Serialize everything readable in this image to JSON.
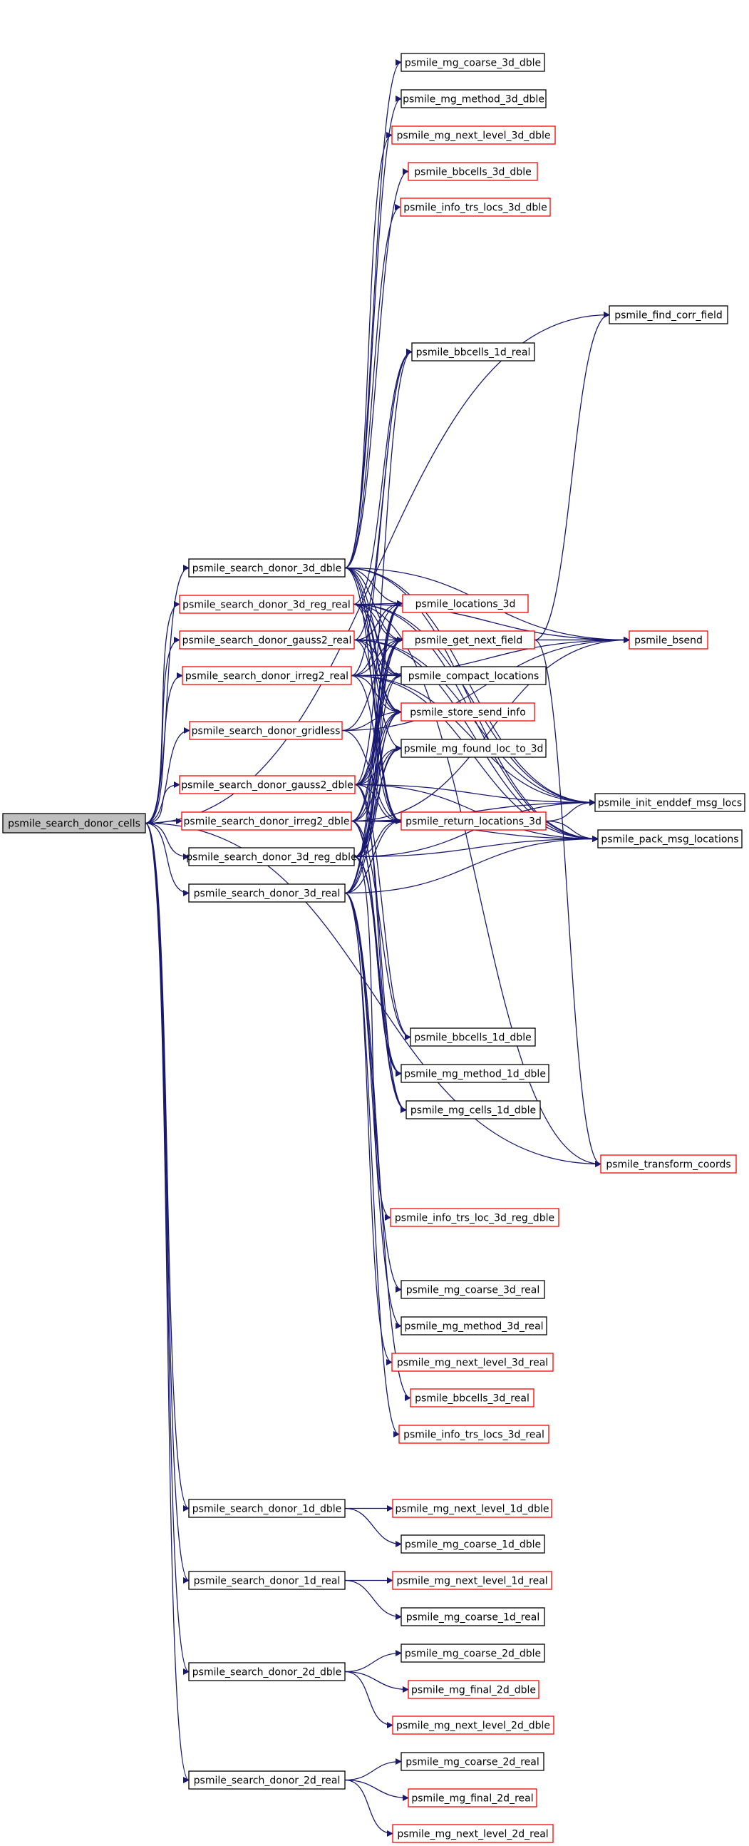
{
  "nodes": [
    {
      "id": "root",
      "label": "psmile_search_donor_cells",
      "style": "root"
    },
    {
      "id": "n3dd",
      "label": "psmile_search_donor_3d_dble",
      "style": "black"
    },
    {
      "id": "n3drr",
      "label": "psmile_search_donor_3d_reg_real",
      "style": "red"
    },
    {
      "id": "ng2r",
      "label": "psmile_search_donor_gauss2_real",
      "style": "red"
    },
    {
      "id": "ni2r",
      "label": "psmile_search_donor_irreg2_real",
      "style": "red"
    },
    {
      "id": "ngrid",
      "label": "psmile_search_donor_gridless",
      "style": "red"
    },
    {
      "id": "ng2d",
      "label": "psmile_search_donor_gauss2_dble",
      "style": "red"
    },
    {
      "id": "ni2d",
      "label": "psmile_search_donor_irreg2_dble",
      "style": "red"
    },
    {
      "id": "n3drd",
      "label": "psmile_search_donor_3d_reg_dble",
      "style": "black"
    },
    {
      "id": "n3dr",
      "label": "psmile_search_donor_3d_real",
      "style": "black"
    },
    {
      "id": "n1dd",
      "label": "psmile_search_donor_1d_dble",
      "style": "black"
    },
    {
      "id": "n1dr",
      "label": "psmile_search_donor_1d_real",
      "style": "black"
    },
    {
      "id": "n2dd",
      "label": "psmile_search_donor_2d_dble",
      "style": "black"
    },
    {
      "id": "n2dr",
      "label": "psmile_search_donor_2d_real",
      "style": "black"
    },
    {
      "id": "mgc3d",
      "label": "psmile_mg_coarse_3d_dble",
      "style": "black"
    },
    {
      "id": "mgm3d",
      "label": "psmile_mg_method_3d_dble",
      "style": "black"
    },
    {
      "id": "mgn3d",
      "label": "psmile_mg_next_level_3d_dble",
      "style": "red"
    },
    {
      "id": "bb3d",
      "label": "psmile_bbcells_3d_dble",
      "style": "red"
    },
    {
      "id": "its3d",
      "label": "psmile_info_trs_locs_3d_dble",
      "style": "red"
    },
    {
      "id": "bb1r",
      "label": "psmile_bbcells_1d_real",
      "style": "black"
    },
    {
      "id": "loc3d",
      "label": "psmile_locations_3d",
      "style": "red"
    },
    {
      "id": "gnf",
      "label": "psmile_get_next_field",
      "style": "red"
    },
    {
      "id": "cmp",
      "label": "psmile_compact_locations",
      "style": "black"
    },
    {
      "id": "ssi",
      "label": "psmile_store_send_info",
      "style": "red"
    },
    {
      "id": "mgf",
      "label": "psmile_mg_found_loc_to_3d",
      "style": "black"
    },
    {
      "id": "rl3d",
      "label": "psmile_return_locations_3d",
      "style": "red"
    },
    {
      "id": "bb1d",
      "label": "psmile_bbcells_1d_dble",
      "style": "black"
    },
    {
      "id": "mgm1d",
      "label": "psmile_mg_method_1d_dble",
      "style": "black"
    },
    {
      "id": "mgcl1d",
      "label": "psmile_mg_cells_1d_dble",
      "style": "black"
    },
    {
      "id": "itrl",
      "label": "psmile_info_trs_loc_3d_reg_dble",
      "style": "red"
    },
    {
      "id": "mgc3r",
      "label": "psmile_mg_coarse_3d_real",
      "style": "black"
    },
    {
      "id": "mgm3r",
      "label": "psmile_mg_method_3d_real",
      "style": "black"
    },
    {
      "id": "mgn3r",
      "label": "psmile_mg_next_level_3d_real",
      "style": "red"
    },
    {
      "id": "bb3r",
      "label": "psmile_bbcells_3d_real",
      "style": "red"
    },
    {
      "id": "its3r",
      "label": "psmile_info_trs_locs_3d_real",
      "style": "red"
    },
    {
      "id": "mgn1d",
      "label": "psmile_mg_next_level_1d_dble",
      "style": "red"
    },
    {
      "id": "mgc1d",
      "label": "psmile_mg_coarse_1d_dble",
      "style": "black"
    },
    {
      "id": "mgn1r",
      "label": "psmile_mg_next_level_1d_real",
      "style": "red"
    },
    {
      "id": "mgc1r",
      "label": "psmile_mg_coarse_1d_real",
      "style": "black"
    },
    {
      "id": "mgc2d",
      "label": "psmile_mg_coarse_2d_dble",
      "style": "black"
    },
    {
      "id": "mgf2d",
      "label": "psmile_mg_final_2d_dble",
      "style": "red"
    },
    {
      "id": "mgn2d",
      "label": "psmile_mg_next_level_2d_dble",
      "style": "red"
    },
    {
      "id": "mgc2r",
      "label": "psmile_mg_coarse_2d_real",
      "style": "black"
    },
    {
      "id": "mgf2r",
      "label": "psmile_mg_final_2d_real",
      "style": "red"
    },
    {
      "id": "mgn2r",
      "label": "psmile_mg_next_level_2d_real",
      "style": "red"
    },
    {
      "id": "fcf",
      "label": "psmile_find_corr_field",
      "style": "black"
    },
    {
      "id": "bsend",
      "label": "psmile_bsend",
      "style": "red"
    },
    {
      "id": "ied",
      "label": "psmile_init_enddef_msg_locs",
      "style": "black"
    },
    {
      "id": "pml",
      "label": "psmile_pack_msg_locations",
      "style": "black"
    },
    {
      "id": "tc",
      "label": "psmile_transform_coords",
      "style": "red"
    }
  ],
  "edges": [
    [
      "root",
      "n3dd"
    ],
    [
      "root",
      "n3drr"
    ],
    [
      "root",
      "ng2r"
    ],
    [
      "root",
      "ni2r"
    ],
    [
      "root",
      "ngrid"
    ],
    [
      "root",
      "ng2d"
    ],
    [
      "root",
      "ni2d"
    ],
    [
      "root",
      "n3drd"
    ],
    [
      "root",
      "n3dr"
    ],
    [
      "root",
      "n1dd"
    ],
    [
      "root",
      "n1dr"
    ],
    [
      "root",
      "n2dd"
    ],
    [
      "root",
      "n2dr"
    ],
    [
      "root",
      "fcf"
    ],
    [
      "root",
      "tc"
    ],
    [
      "n3dd",
      "mgc3d"
    ],
    [
      "n3dd",
      "mgm3d"
    ],
    [
      "n3dd",
      "mgn3d"
    ],
    [
      "n3dd",
      "bb3d"
    ],
    [
      "n3dd",
      "its3d"
    ],
    [
      "n3dd",
      "loc3d"
    ],
    [
      "n3dd",
      "gnf"
    ],
    [
      "n3dd",
      "cmp"
    ],
    [
      "n3dd",
      "ssi"
    ],
    [
      "n3dd",
      "mgf"
    ],
    [
      "n3dd",
      "rl3d"
    ],
    [
      "n3dd",
      "bsend"
    ],
    [
      "n3dd",
      "ied"
    ],
    [
      "n3dd",
      "pml"
    ],
    [
      "n3drr",
      "bb1r"
    ],
    [
      "n3drr",
      "loc3d"
    ],
    [
      "n3drr",
      "gnf"
    ],
    [
      "n3drr",
      "cmp"
    ],
    [
      "n3drr",
      "ssi"
    ],
    [
      "n3drr",
      "rl3d"
    ],
    [
      "n3drr",
      "bsend"
    ],
    [
      "n3drr",
      "ied"
    ],
    [
      "n3drr",
      "pml"
    ],
    [
      "n3drr",
      "tc"
    ],
    [
      "ng2r",
      "bb1r"
    ],
    [
      "ng2r",
      "loc3d"
    ],
    [
      "ng2r",
      "gnf"
    ],
    [
      "ng2r",
      "cmp"
    ],
    [
      "ng2r",
      "ssi"
    ],
    [
      "ng2r",
      "rl3d"
    ],
    [
      "ng2r",
      "bsend"
    ],
    [
      "ng2r",
      "ied"
    ],
    [
      "ng2r",
      "pml"
    ],
    [
      "ni2r",
      "bb1r"
    ],
    [
      "ni2r",
      "loc3d"
    ],
    [
      "ni2r",
      "gnf"
    ],
    [
      "ni2r",
      "cmp"
    ],
    [
      "ni2r",
      "ssi"
    ],
    [
      "ni2r",
      "rl3d"
    ],
    [
      "ni2r",
      "bsend"
    ],
    [
      "ni2r",
      "ied"
    ],
    [
      "ni2r",
      "pml"
    ],
    [
      "ngrid",
      "gnf"
    ],
    [
      "ngrid",
      "ssi"
    ],
    [
      "ngrid",
      "rl3d"
    ],
    [
      "ngrid",
      "bsend"
    ],
    [
      "ng2d",
      "bb1r"
    ],
    [
      "ng2d",
      "loc3d"
    ],
    [
      "ng2d",
      "gnf"
    ],
    [
      "ng2d",
      "cmp"
    ],
    [
      "ng2d",
      "ssi"
    ],
    [
      "ng2d",
      "mgf"
    ],
    [
      "ng2d",
      "rl3d"
    ],
    [
      "ng2d",
      "bb1d"
    ],
    [
      "ng2d",
      "mgm1d"
    ],
    [
      "ng2d",
      "mgcl1d"
    ],
    [
      "ng2d",
      "ied"
    ],
    [
      "ng2d",
      "pml"
    ],
    [
      "ni2d",
      "loc3d"
    ],
    [
      "ni2d",
      "gnf"
    ],
    [
      "ni2d",
      "ssi"
    ],
    [
      "ni2d",
      "mgf"
    ],
    [
      "ni2d",
      "rl3d"
    ],
    [
      "ni2d",
      "bb1d"
    ],
    [
      "ni2d",
      "mgm1d"
    ],
    [
      "ni2d",
      "mgcl1d"
    ],
    [
      "ni2d",
      "bsend"
    ],
    [
      "ni2d",
      "ied"
    ],
    [
      "ni2d",
      "pml"
    ],
    [
      "n3drd",
      "loc3d"
    ],
    [
      "n3drd",
      "gnf"
    ],
    [
      "n3drd",
      "cmp"
    ],
    [
      "n3drd",
      "ssi"
    ],
    [
      "n3drd",
      "mgf"
    ],
    [
      "n3drd",
      "rl3d"
    ],
    [
      "n3drd",
      "itrl"
    ],
    [
      "n3drd",
      "mgm1d"
    ],
    [
      "n3drd",
      "mgcl1d"
    ],
    [
      "n3drd",
      "ied"
    ],
    [
      "n3drd",
      "pml"
    ],
    [
      "n3dr",
      "mgc3r"
    ],
    [
      "n3dr",
      "mgm3r"
    ],
    [
      "n3dr",
      "mgn3r"
    ],
    [
      "n3dr",
      "bb3r"
    ],
    [
      "n3dr",
      "its3r"
    ],
    [
      "n3dr",
      "loc3d"
    ],
    [
      "n3dr",
      "gnf"
    ],
    [
      "n3dr",
      "ssi"
    ],
    [
      "n3dr",
      "mgf"
    ],
    [
      "n3dr",
      "rl3d"
    ],
    [
      "n3dr",
      "pml"
    ],
    [
      "gnf",
      "bsend"
    ],
    [
      "gnf",
      "fcf"
    ],
    [
      "gnf",
      "tc"
    ],
    [
      "rl3d",
      "ied"
    ],
    [
      "rl3d",
      "pml"
    ],
    [
      "n1dd",
      "mgn1d"
    ],
    [
      "n1dd",
      "mgc1d"
    ],
    [
      "n1dr",
      "mgn1r"
    ],
    [
      "n1dr",
      "mgc1r"
    ],
    [
      "n2dd",
      "mgc2d"
    ],
    [
      "n2dd",
      "mgf2d"
    ],
    [
      "n2dd",
      "mgn2d"
    ],
    [
      "n2dr",
      "mgc2r"
    ],
    [
      "n2dr",
      "mgf2r"
    ],
    [
      "n2dr",
      "mgn2r"
    ]
  ]
}
